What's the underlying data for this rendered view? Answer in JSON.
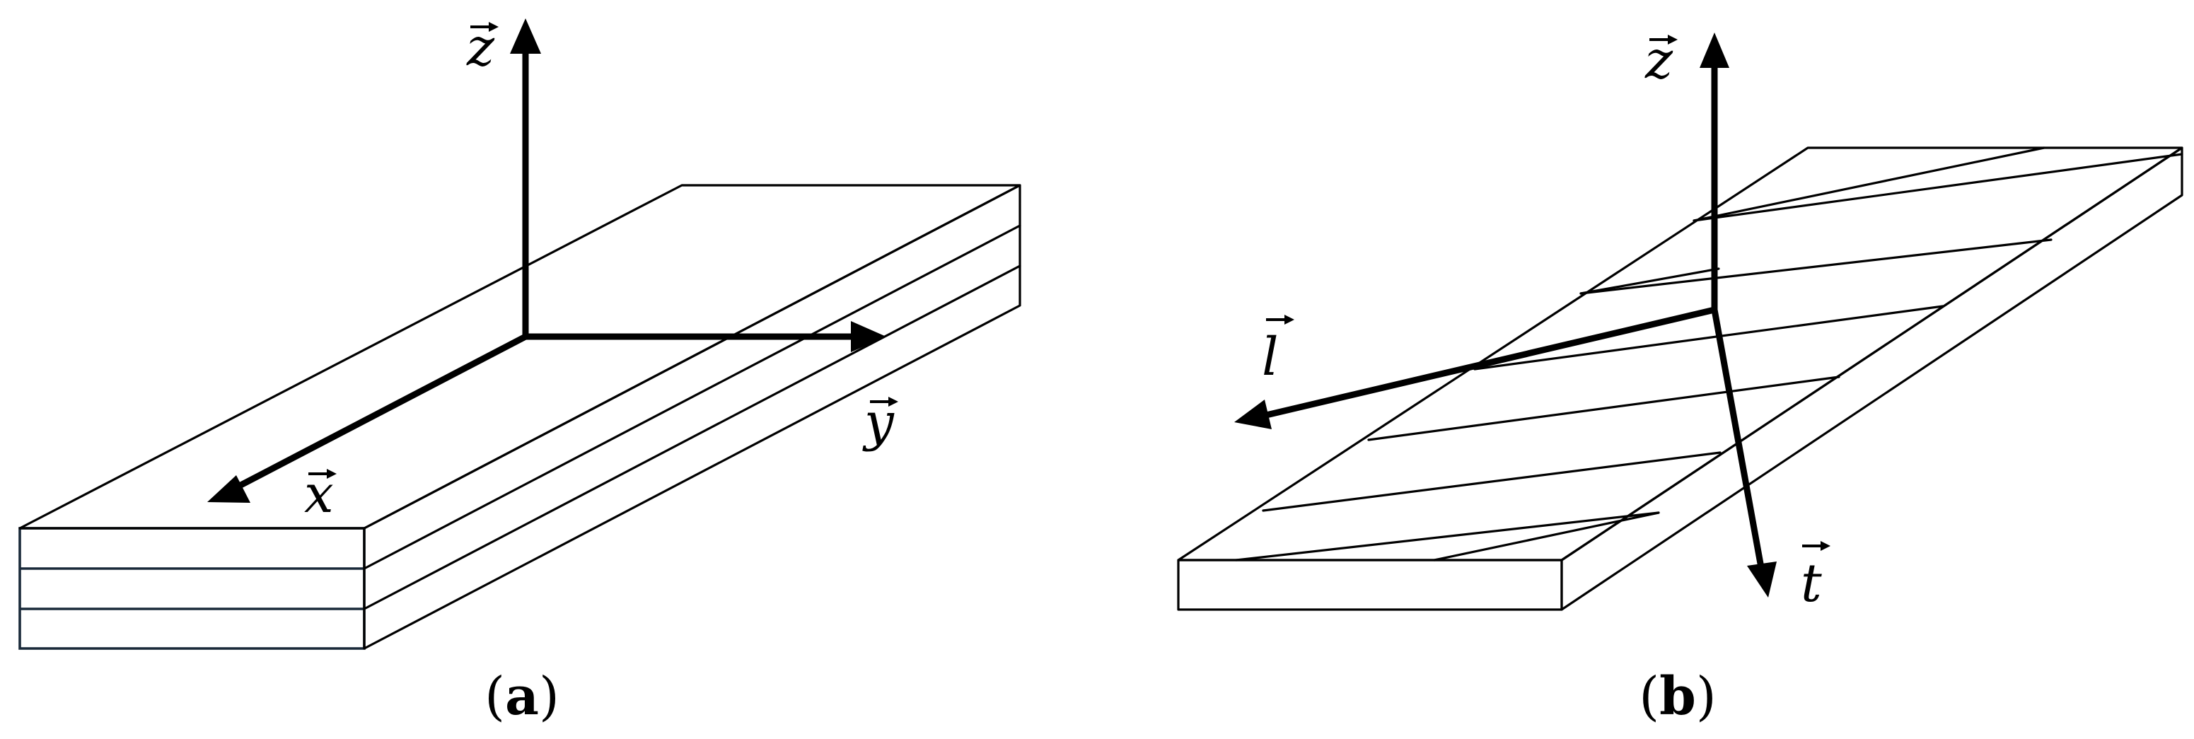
{
  "panel_a": {
    "caption_letter": "a",
    "axes": {
      "z": {
        "symbol": "z"
      },
      "x": {
        "symbol": "x"
      },
      "y": {
        "symbol": "y"
      }
    },
    "layers": 3
  },
  "panel_b": {
    "caption_letter": "b",
    "axes": {
      "z": {
        "symbol": "z"
      },
      "l": {
        "symbol": "l"
      },
      "t": {
        "symbol": "t"
      }
    },
    "layers": 1
  },
  "colors": {
    "lines": "#000000",
    "background": "#ffffff"
  }
}
